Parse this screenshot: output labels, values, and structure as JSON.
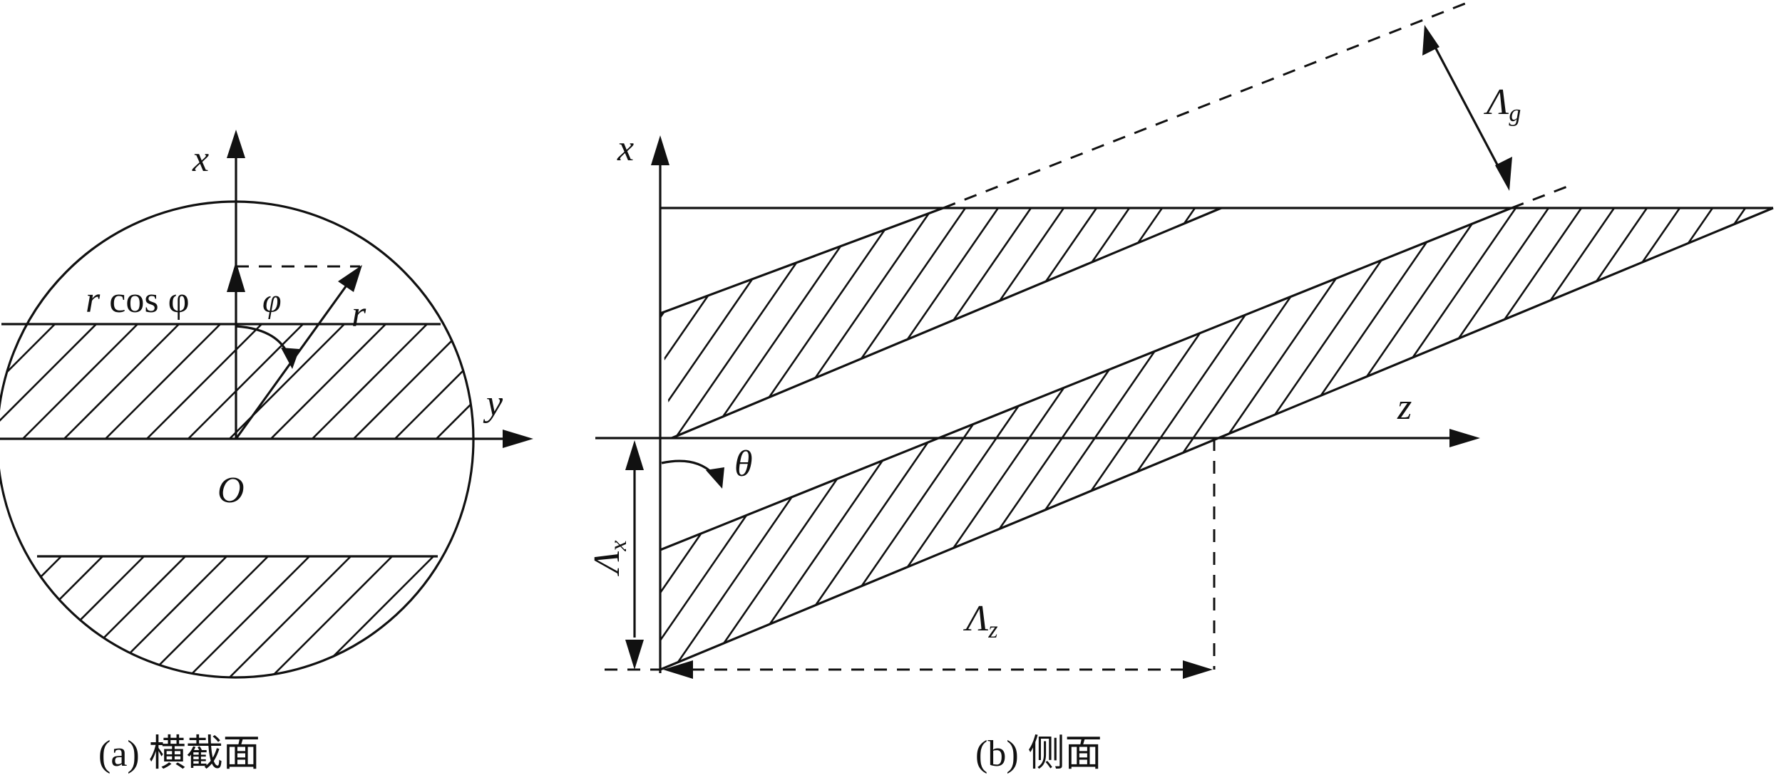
{
  "panel_a": {
    "x_axis_label": "x",
    "y_axis_label": "y",
    "origin_label": "O",
    "r_label": "r",
    "phi_label": "φ",
    "projection_label_r": "r",
    "projection_label_rest": "cos φ",
    "caption": "(a) 横截面"
  },
  "panel_b": {
    "x_axis_label": "x",
    "z_axis_label": "z",
    "theta_label": "θ",
    "lambda_symbol": "Λ",
    "lambda_g_sub": "g",
    "lambda_x_sub": "x",
    "lambda_z_sub": "z",
    "caption": "(b) 侧面"
  }
}
